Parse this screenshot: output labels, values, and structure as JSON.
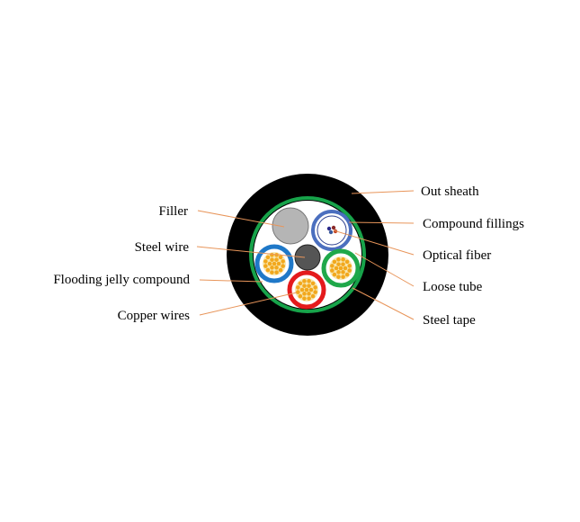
{
  "labels": {
    "filler": "Filler",
    "steel_wire": "Steel wire",
    "flooding_jelly_compound": "Flooding jelly compound",
    "copper_wires": "Copper wires",
    "out_sheath": "Out sheath",
    "compound_fillings": "Compound fillings",
    "optical_fiber": "Optical fiber",
    "loose_tube": "Loose tube",
    "steel_tape": "Steel tape"
  },
  "colors": {
    "sheath": "#000000",
    "steel_tape": "#17a34a",
    "filler": "#b5b5b5",
    "steel_wire": "#555555",
    "loose_tube": "#4b6fbf",
    "copper_tube_blue": "#1f78c8",
    "copper_tube_red": "#e41a1c",
    "copper_tube_green": "#1fa84a",
    "copper_strand": "#f2a81d",
    "copper_core": "#f7e7b0",
    "leader_line": "#e8955a"
  }
}
